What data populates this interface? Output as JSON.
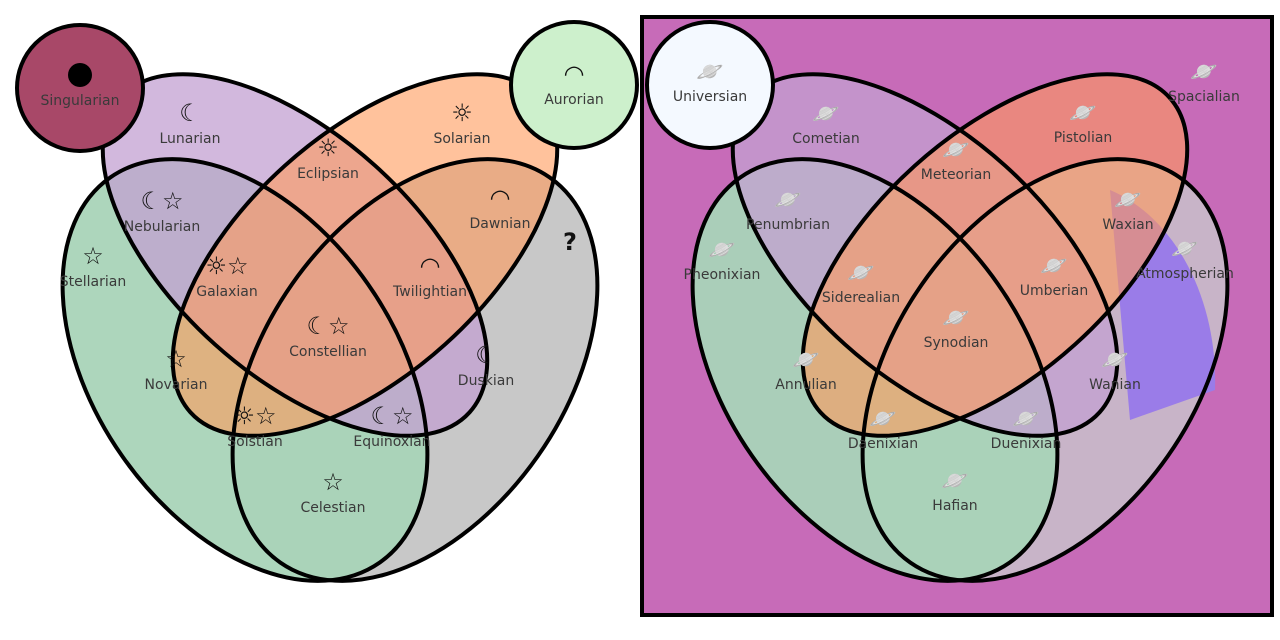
{
  "left_diagram": {
    "outside": [
      {
        "label": "Singularian",
        "icon": "black-dot-icon",
        "color": "#a84868"
      },
      {
        "label": "Aurorian",
        "icon": "horizon-dome-icon",
        "color": "#cdf0cc"
      }
    ],
    "sets": [
      {
        "label": "Lunarian",
        "icon": "crescent-moon-icon",
        "color": "#c3a0d2"
      },
      {
        "label": "Solarian",
        "icon": "sun-icon",
        "color": "#ff9a5a"
      },
      {
        "label": "Stellarian",
        "icon": "stars-icon",
        "color": "#a9d4b8"
      },
      {
        "label": "?",
        "icon": "",
        "color": "#c8c8c8"
      }
    ],
    "regions": [
      {
        "label": "Eclipsian",
        "icon": "eclipse-icon"
      },
      {
        "label": "Nebularian",
        "icon": "moon-star-icon"
      },
      {
        "label": "Dawnian",
        "icon": "rising-sun-icon"
      },
      {
        "label": "Galaxian",
        "icon": "sun-star-icon"
      },
      {
        "label": "Twilightian",
        "icon": "setting-sun-icon"
      },
      {
        "label": "Constellian",
        "icon": "sun-moon-star-icon"
      },
      {
        "label": "Novarian",
        "icon": "nova-icon"
      },
      {
        "label": "Duskian",
        "icon": "crescent-moon-icon"
      },
      {
        "label": "Solstian",
        "icon": "sun-star-icon"
      },
      {
        "label": "Equinoxian",
        "icon": "moon-star-icon"
      },
      {
        "label": "Celestian",
        "icon": "star-icon"
      }
    ]
  },
  "right_diagram": {
    "background_color": "#c76bb8",
    "outside": [
      {
        "label": "Universian",
        "icon": "planet-galaxy-icon",
        "color": "#f4f9ff"
      },
      {
        "label": "Spacialian",
        "icon": "planet-icon"
      }
    ],
    "sets": [
      {
        "label": "Cometian",
        "icon": "planet-icon",
        "color": "#c3a0d2"
      },
      {
        "label": "Pistolian",
        "icon": "planet-sun-icon",
        "color": "#ff9a5a"
      },
      {
        "label": "Pheonixian",
        "icon": "planet-star-icon",
        "color": "#a9d4b8"
      },
      {
        "label": "Atmospherian",
        "icon": "planet-dome-icon",
        "color": "#9a7ce8"
      }
    ],
    "regions": [
      {
        "label": "Meteorian",
        "icon": "planet-sun-icon"
      },
      {
        "label": "Penumbrian",
        "icon": "planet-star-icon"
      },
      {
        "label": "Waxian",
        "icon": "planet-dome-icon"
      },
      {
        "label": "Siderealian",
        "icon": "planet-sun-star-icon"
      },
      {
        "label": "Umberian",
        "icon": "planet-dome-icon"
      },
      {
        "label": "Synodian",
        "icon": "planet-sun-star-icon"
      },
      {
        "label": "Annulian",
        "icon": "planet-sun-icon"
      },
      {
        "label": "Wanian",
        "icon": "planet-icon"
      },
      {
        "label": "Daenixian",
        "icon": "planet-star-icon"
      },
      {
        "label": "Duenixian",
        "icon": "planet-sun-icon"
      },
      {
        "label": "Hafian",
        "icon": "planet-star-icon"
      }
    ]
  }
}
